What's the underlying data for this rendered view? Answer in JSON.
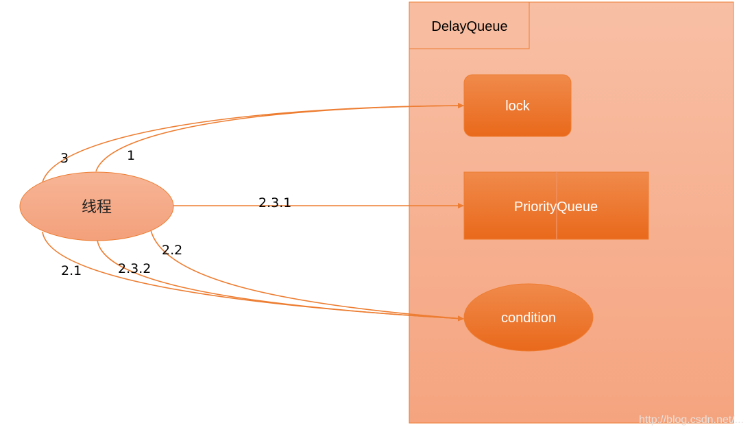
{
  "container": {
    "title": "DelayQueue"
  },
  "nodes": {
    "thread": {
      "label": "线程"
    },
    "lock": {
      "label": "lock"
    },
    "priority_queue": {
      "label": "PriorityQueue"
    },
    "condition": {
      "label": "condition"
    }
  },
  "edges": [
    {
      "id": "edge-1",
      "from": "thread",
      "to": "lock",
      "label": "1"
    },
    {
      "id": "edge-3",
      "from": "thread",
      "to": "lock",
      "label": "3"
    },
    {
      "id": "edge-2-3-1",
      "from": "thread",
      "to": "priority_queue",
      "label": "2.3.1"
    },
    {
      "id": "edge-2-1",
      "from": "thread",
      "to": "condition",
      "label": "2.1"
    },
    {
      "id": "edge-2-3-2",
      "from": "thread",
      "to": "condition",
      "label": "2.3.2"
    },
    {
      "id": "edge-2-2",
      "from": "thread",
      "to": "condition",
      "label": "2.2"
    }
  ],
  "watermark": "http://blog.csdn.net/..."
}
